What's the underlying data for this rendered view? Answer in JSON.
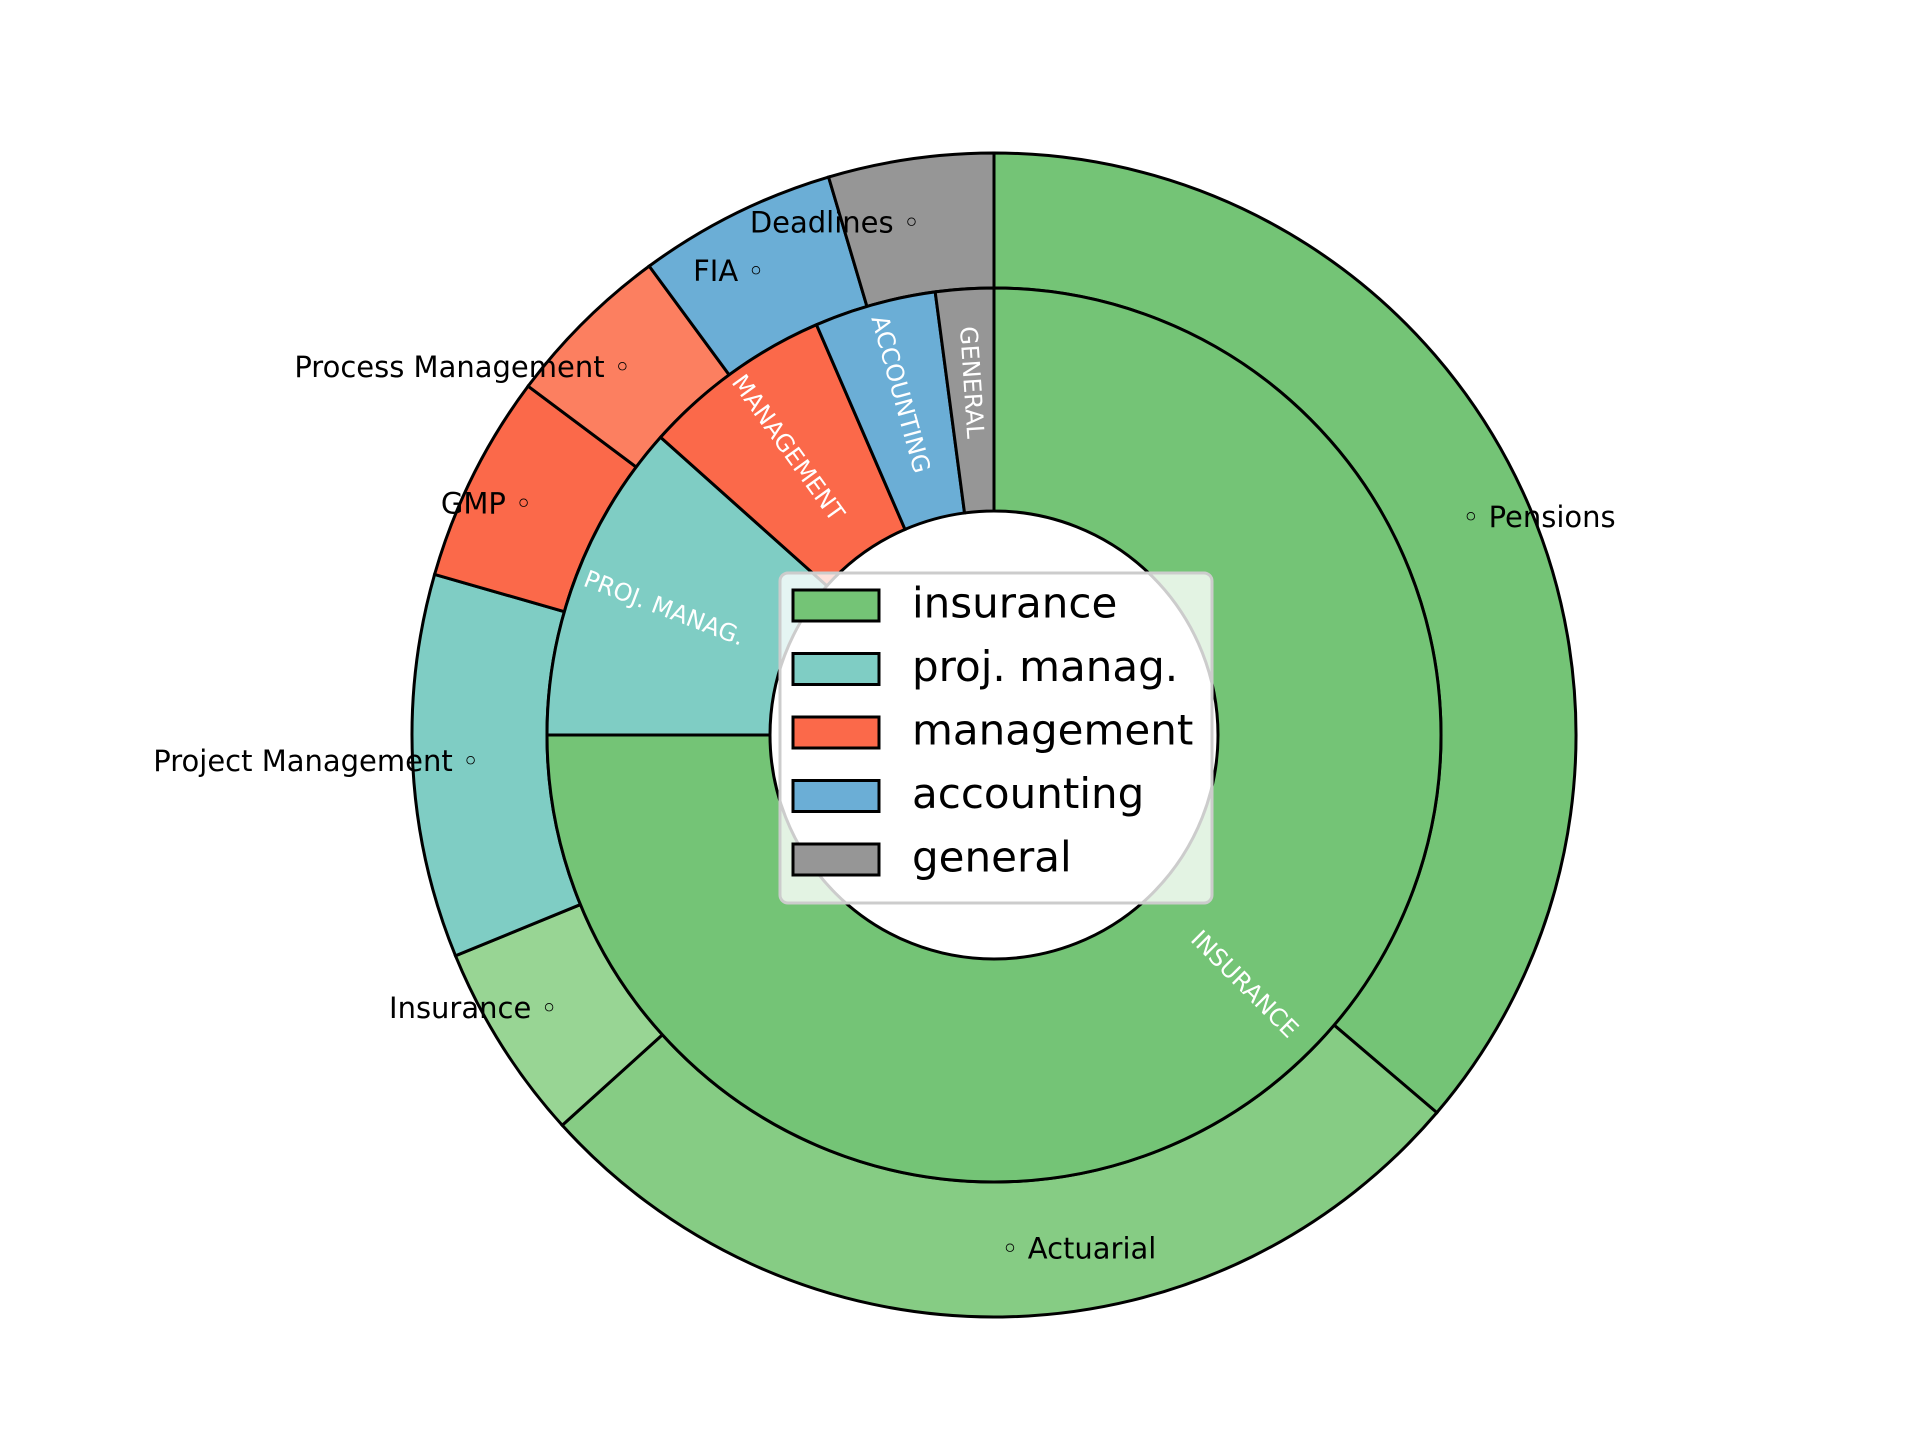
{
  "chart_data": {
    "type": "pie",
    "subtype": "nested-donut",
    "inner_ring": [
      {
        "label": "INSURANCE",
        "value": 75.0,
        "color": "#74c476"
      },
      {
        "label": "PROJ. MANAG.",
        "value": 11.6,
        "color": "#7fcdc4"
      },
      {
        "label": "MANAGEMENT",
        "value": 6.9,
        "color": "#fb694a"
      },
      {
        "label": "ACCOUNTING",
        "value": 4.4,
        "color": "#6baed6"
      },
      {
        "label": "GENERAL",
        "value": 2.1,
        "color": "#969696"
      }
    ],
    "outer_ring": [
      {
        "label": "Pensions",
        "value": 39.5,
        "parent": "INSURANCE",
        "color": "#74c476"
      },
      {
        "label": "Actuarial",
        "value": 29.5,
        "parent": "INSURANCE",
        "color": "#86cc84"
      },
      {
        "label": "Insurance",
        "value": 6.0,
        "parent": "INSURANCE",
        "color": "#98d594"
      },
      {
        "label": "Project Management",
        "value": 11.6,
        "parent": "PROJ. MANAG.",
        "color": "#7fcdc4"
      },
      {
        "label": "GMP",
        "value": 6.3,
        "parent": "MANAGEMENT",
        "color": "#fb694a"
      },
      {
        "label": "Process Management",
        "value": 5.1,
        "parent": "MANAGEMENT",
        "color": "#fc7f60"
      },
      {
        "label": "FIA",
        "value": 6.0,
        "parent": "ACCOUNTING",
        "color": "#6baed6"
      },
      {
        "label": "Deadlines",
        "value": 5.0,
        "parent": "GENERAL",
        "color": "#969696"
      }
    ],
    "start_angle_deg": 90,
    "direction": "clockwise",
    "outer_label_marker": "◦",
    "legend": {
      "position": "center",
      "entries": [
        {
          "label": "insurance",
          "color": "#74c476"
        },
        {
          "label": "proj. manag.",
          "color": "#7fcdc4"
        },
        {
          "label": "management",
          "color": "#fb694a"
        },
        {
          "label": "accounting",
          "color": "#6baed6"
        },
        {
          "label": "general",
          "color": "#969696"
        }
      ]
    }
  }
}
